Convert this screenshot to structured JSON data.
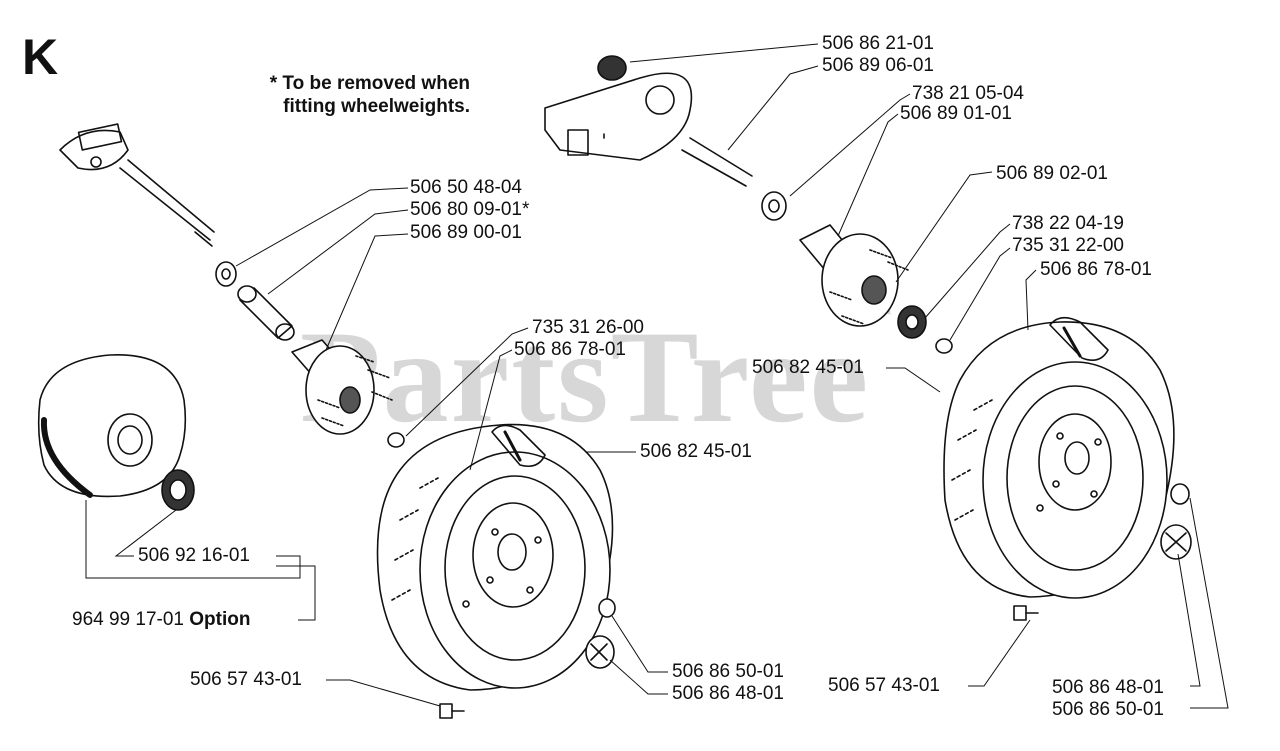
{
  "sheet_letter": "K",
  "note": {
    "line1": "* To be removed when",
    "line2": "fitting wheelweights."
  },
  "watermark": {
    "text": "PartsTree",
    "tm": "™"
  },
  "callouts": [
    {
      "id": "c1",
      "text": "506 86 21-01"
    },
    {
      "id": "c2",
      "text": "506 89 06-01"
    },
    {
      "id": "c3",
      "text": "738 21 05-04"
    },
    {
      "id": "c4",
      "text": "506 89 01-01"
    },
    {
      "id": "c5",
      "text": "506 89 02-01"
    },
    {
      "id": "c6",
      "text": "738 22 04-19"
    },
    {
      "id": "c7",
      "text": "735 31 22-00"
    },
    {
      "id": "c8",
      "text": "506 86 78-01"
    },
    {
      "id": "c9",
      "text": "506 82 45-01"
    },
    {
      "id": "c10",
      "text": "506 50 48-04"
    },
    {
      "id": "c11",
      "text": "506 80 09-01*"
    },
    {
      "id": "c12",
      "text": "506 89 00-01"
    },
    {
      "id": "c13",
      "text": "735 31 26-00"
    },
    {
      "id": "c14",
      "text": "506 86 78-01"
    },
    {
      "id": "c15",
      "text": "506 82 45-01"
    },
    {
      "id": "c16",
      "text": "506 92 16-01"
    },
    {
      "id": "c17",
      "text": "964 99 17-01",
      "suffix": "Option"
    },
    {
      "id": "c18",
      "text": "506 57 43-01"
    },
    {
      "id": "c19",
      "text": "506 86 50-01"
    },
    {
      "id": "c20",
      "text": "506 86 48-01"
    },
    {
      "id": "c21",
      "text": "506 57 43-01"
    },
    {
      "id": "c22",
      "text": "506 86 48-01"
    },
    {
      "id": "c23",
      "text": "506 86 50-01"
    }
  ]
}
